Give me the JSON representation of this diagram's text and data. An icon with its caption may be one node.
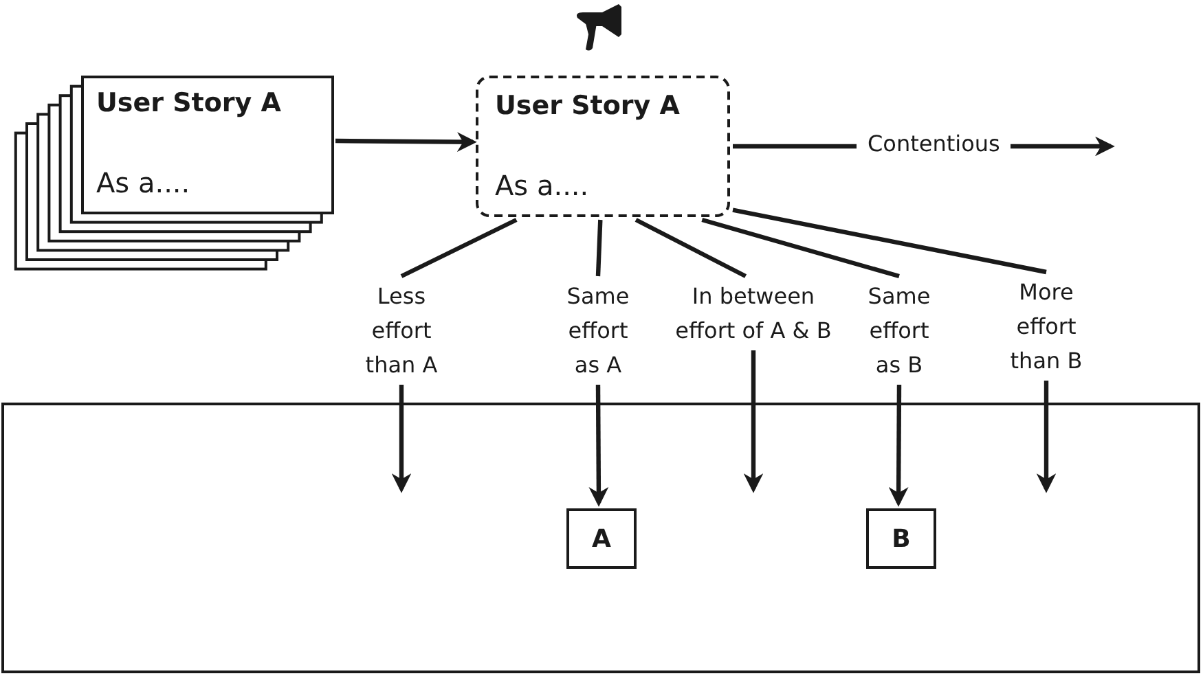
{
  "diagram": {
    "nodes": [
      {
        "text": [
          "User Story A",
          "As a...."
        ]
      },
      {
        "text": [
          "User Story A",
          "As a...."
        ]
      },
      {
        "text": [
          "Less effort than A"
        ]
      },
      {
        "text": [
          "Same effort as A"
        ]
      },
      {
        "text": [
          "In between effort of A & B"
        ]
      },
      {
        "text": [
          "Same effort as B"
        ]
      },
      {
        "text": [
          "More effort than B"
        ]
      },
      {
        "text": [],
        "shape": "box"
      },
      {
        "text": [
          "A"
        ],
        "in": 7
      },
      {
        "text": [
          "B"
        ],
        "in": 7
      }
    ],
    "edges": [
      {
        "from": 0,
        "to": 1,
        "arrow": "to"
      },
      {
        "from": 1,
        "to": null,
        "arrow": "to",
        "label": "Contentious"
      },
      {
        "from": 1,
        "to": 2,
        "arrow": "none"
      },
      {
        "from": 1,
        "to": 3,
        "arrow": "none"
      },
      {
        "from": 1,
        "to": 4,
        "arrow": "none"
      },
      {
        "from": 1,
        "to": 5,
        "arrow": "none"
      },
      {
        "from": 1,
        "to": 6,
        "arrow": "none"
      },
      {
        "from": 2,
        "to": null,
        "arrow": "to"
      },
      {
        "from": 3,
        "to": 8,
        "arrow": "to"
      },
      {
        "from": 4,
        "to": null,
        "arrow": "to"
      },
      {
        "from": 5,
        "to": 9,
        "arrow": "to"
      },
      {
        "from": 6,
        "to": null,
        "arrow": "to"
      }
    ]
  }
}
